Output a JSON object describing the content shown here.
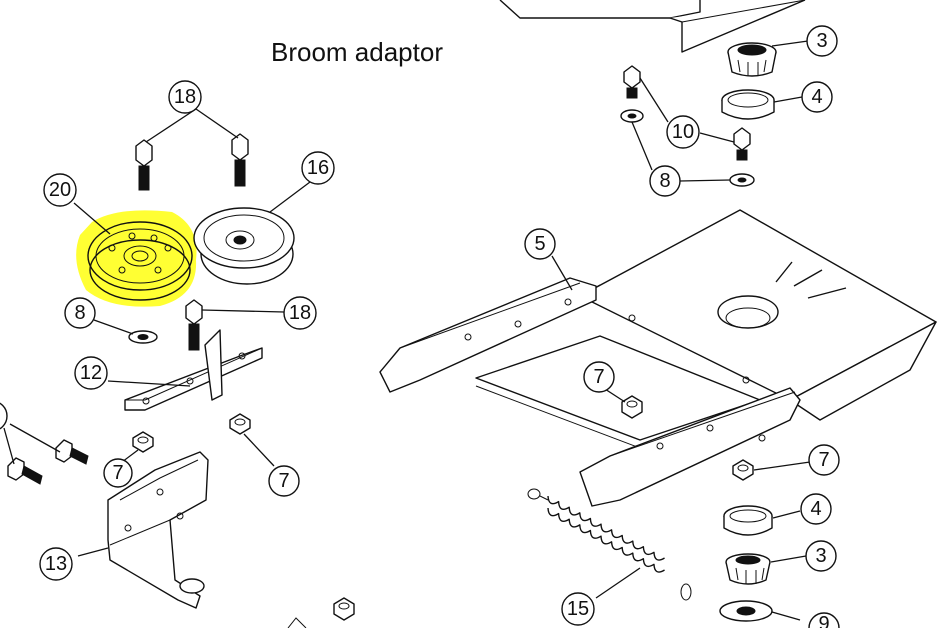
{
  "title": "Broom adaptor",
  "highlight_color": "#ffff33",
  "callouts": {
    "c3a": "3",
    "c4a": "4",
    "c10": "10",
    "c8a": "8",
    "c18a": "18",
    "c16": "16",
    "c20": "20",
    "c5": "5",
    "c8b": "8",
    "c18b": "18",
    "c12": "12",
    "c7a": "7",
    "c7b": "7",
    "c7c": "7",
    "c7d": "7",
    "c4b": "4",
    "c3b": "3",
    "c13": "13",
    "c15": "15",
    "c9": "9"
  },
  "highlighted_part": "20"
}
